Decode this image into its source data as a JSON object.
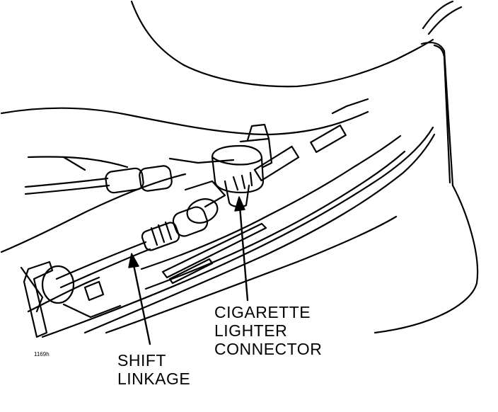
{
  "figure_number": "1169h",
  "labels": {
    "connector_line1": "CIGARETTE",
    "connector_line2": "LIGHTER",
    "connector_line3": "CONNECTOR",
    "linkage_line1": "SHIFT",
    "linkage_line2": "LINKAGE"
  },
  "colors": {
    "ink": "#000000",
    "paper": "#ffffff"
  }
}
